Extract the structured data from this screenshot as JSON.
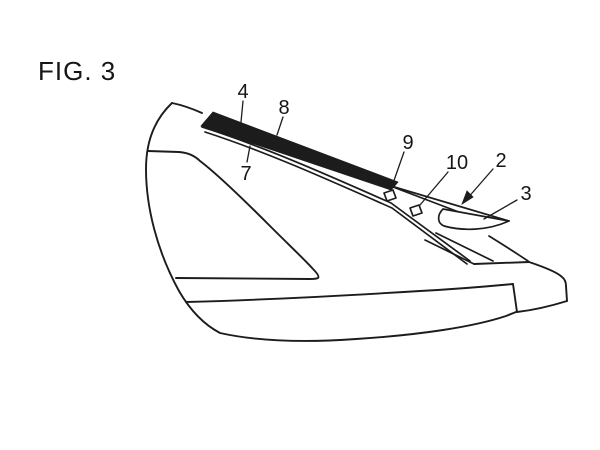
{
  "figure": {
    "label": "FIG. 3"
  },
  "drawing": {
    "line_color": "#1c1c1c",
    "background_color": "#ffffff"
  },
  "numerals": {
    "n2": {
      "label": "2"
    },
    "n3": {
      "label": "3"
    },
    "n4": {
      "label": "4"
    },
    "n7": {
      "label": "7"
    },
    "n8": {
      "label": "8"
    },
    "n9": {
      "label": "9"
    },
    "n10": {
      "label": "10"
    }
  }
}
